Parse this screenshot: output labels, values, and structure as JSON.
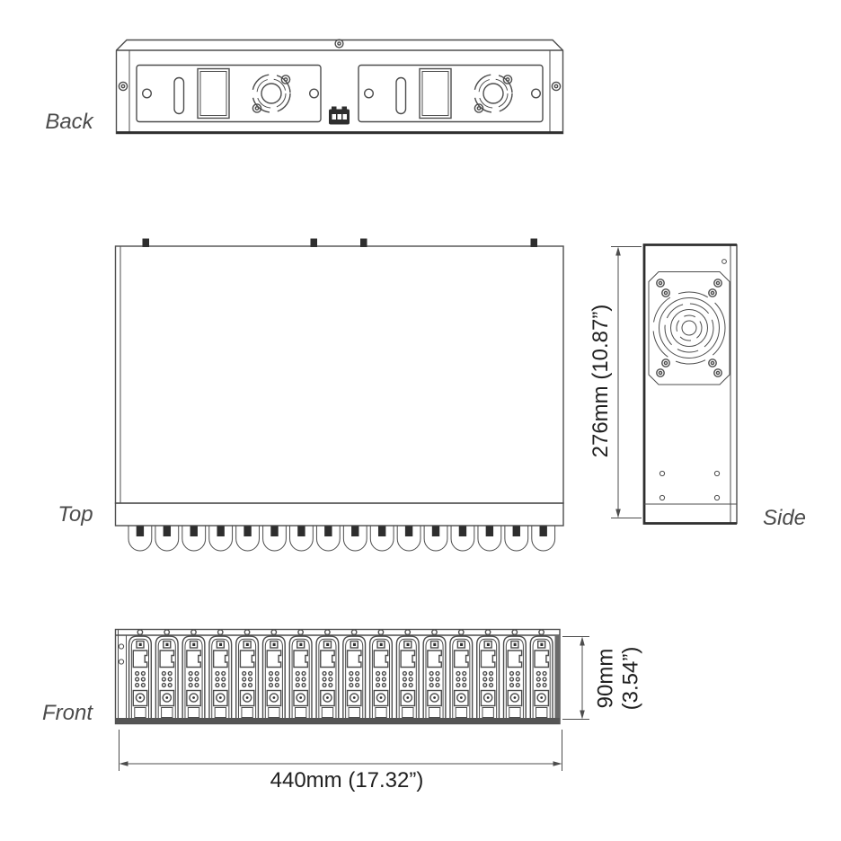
{
  "views": {
    "back": {
      "label": "Back"
    },
    "top": {
      "label": "Top"
    },
    "side": {
      "label": "Side"
    },
    "front": {
      "label": "Front"
    }
  },
  "dims": {
    "depth": "276mm (10.87”)",
    "height_mm": "90mm",
    "height_in": "(3.54”)",
    "width": "440mm (17.32”)"
  },
  "front_panel": {
    "module_count": 16
  },
  "top_panel": {
    "lobe_count": 16
  },
  "colors": {
    "line": "#4d4d4d",
    "dark": "#2e2e2e",
    "text": "#1f1f1f",
    "label": "#4b4b4b",
    "background": "#ffffff"
  }
}
